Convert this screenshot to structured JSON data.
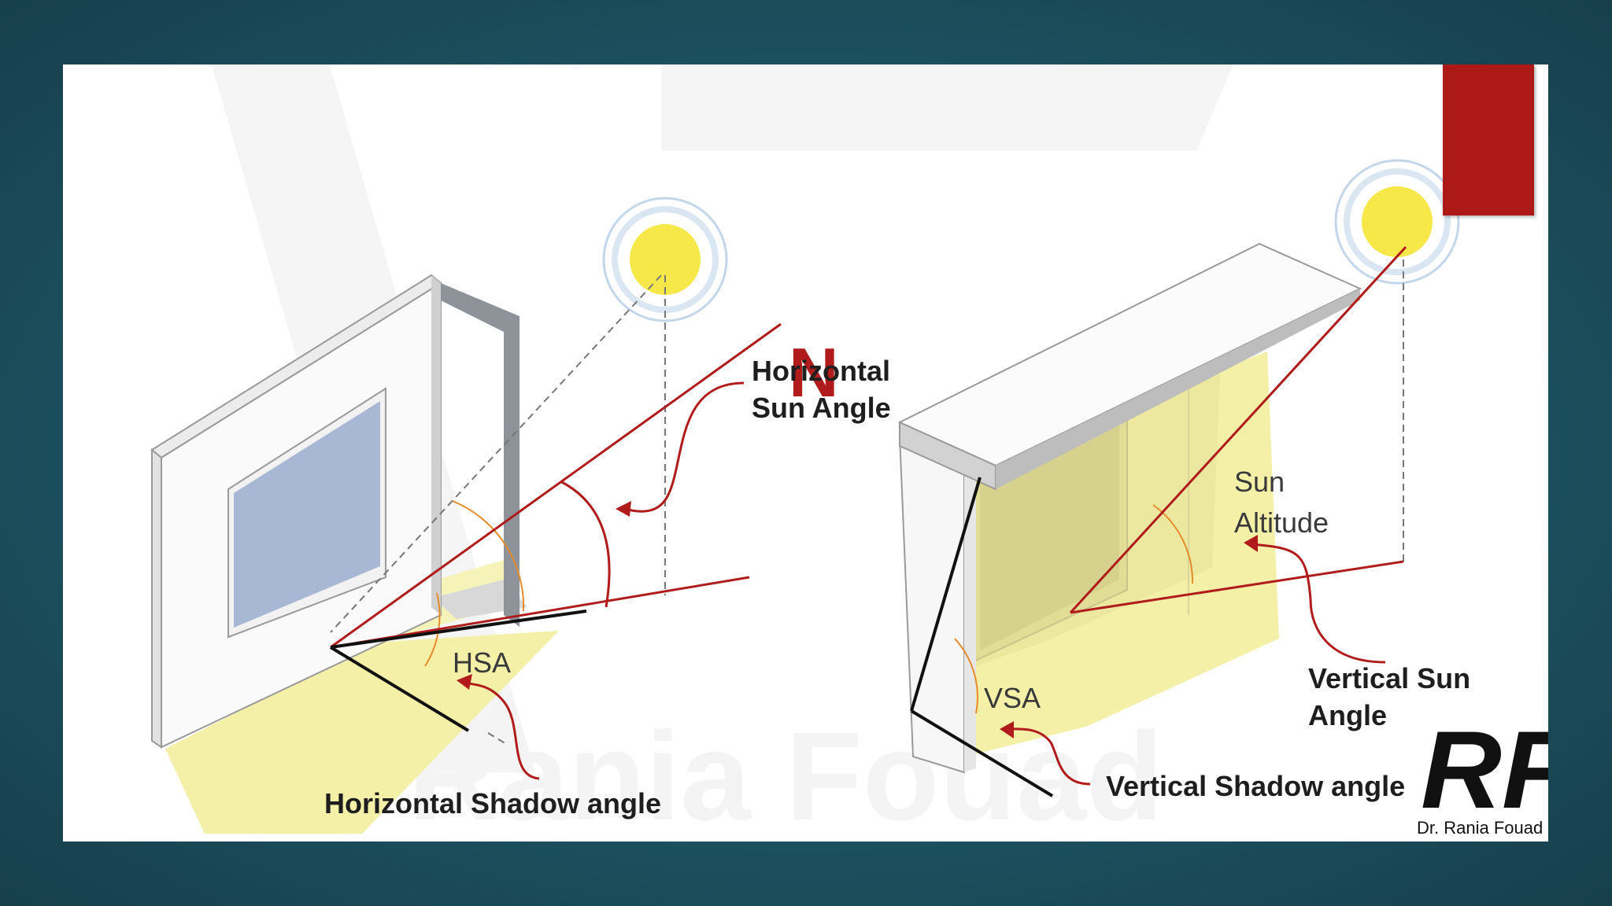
{
  "diagram": {
    "north_label": "N",
    "horizontal_sun_angle_label": [
      "Horizontal",
      "Sun Angle"
    ],
    "hsa_label": "HSA",
    "horizontal_shadow_angle_label": "Horizontal Shadow angle",
    "sun_altitude_label": [
      "Sun",
      "Altitude"
    ],
    "vsa_label": "VSA",
    "vertical_sun_angle_label": [
      "Vertical Sun",
      "Angle"
    ],
    "vertical_shadow_angle_label": "Vertical Shadow angle"
  },
  "logo": {
    "monogram": "RF",
    "name": "Dr. Rania Fouad"
  },
  "watermark": {
    "text": "Dr. Rania Fouad"
  },
  "colors": {
    "accent_red": "#ad1917",
    "line_red": "#b01c1c",
    "sun_yellow": "#f7e84a",
    "shadow_yellow": "#f4f0a8",
    "glass_blue": "#a8b8d4",
    "background_teal": "#1e5766"
  }
}
